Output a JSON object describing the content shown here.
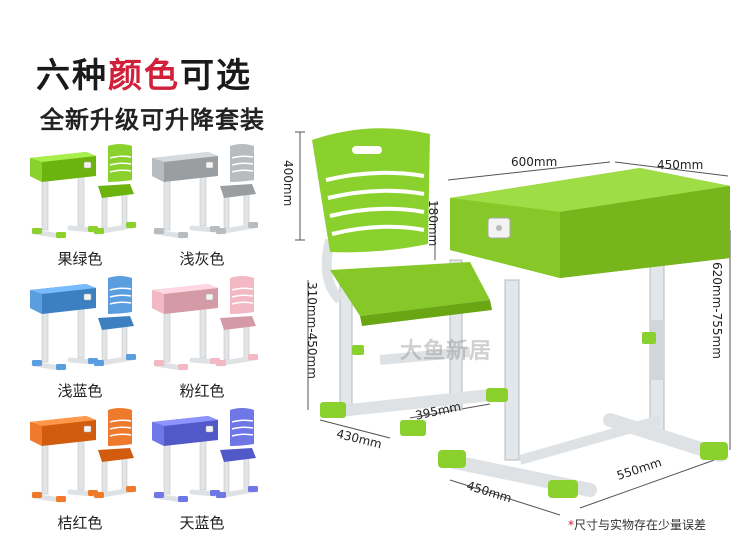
{
  "header": {
    "title_prefix": "六种",
    "title_highlight": "颜色",
    "title_suffix": "可选",
    "subtitle": "全新升级可升降套装"
  },
  "variants": [
    {
      "label": "果绿色",
      "color": "#8bd12e"
    },
    {
      "label": "浅灰色",
      "color": "#b9bcbe"
    },
    {
      "label": "浅蓝色",
      "color": "#5b9ee0"
    },
    {
      "label": "粉红色",
      "color": "#f2b9c4"
    },
    {
      "label": "桔红色",
      "color": "#f07a2c"
    },
    {
      "label": "天蓝色",
      "color": "#6f76e6"
    }
  ],
  "dimensions": {
    "desk_width": "600mm",
    "desk_depth": "450mm",
    "desk_box_height": "180mm",
    "desk_height": "620mm-755mm",
    "chair_back_height": "400mm",
    "chair_seat_height": "310mm-450mm",
    "chair_depth": "395mm",
    "chair_width": "430mm",
    "desk_base_width": "550mm",
    "desk_base_depth": "450mm"
  },
  "watermark": "大鱼新居",
  "note": {
    "star": "*",
    "text": "尺寸与实物存在少量误差"
  },
  "accent_color": "#d0203a",
  "product_color": "#8bd12e"
}
